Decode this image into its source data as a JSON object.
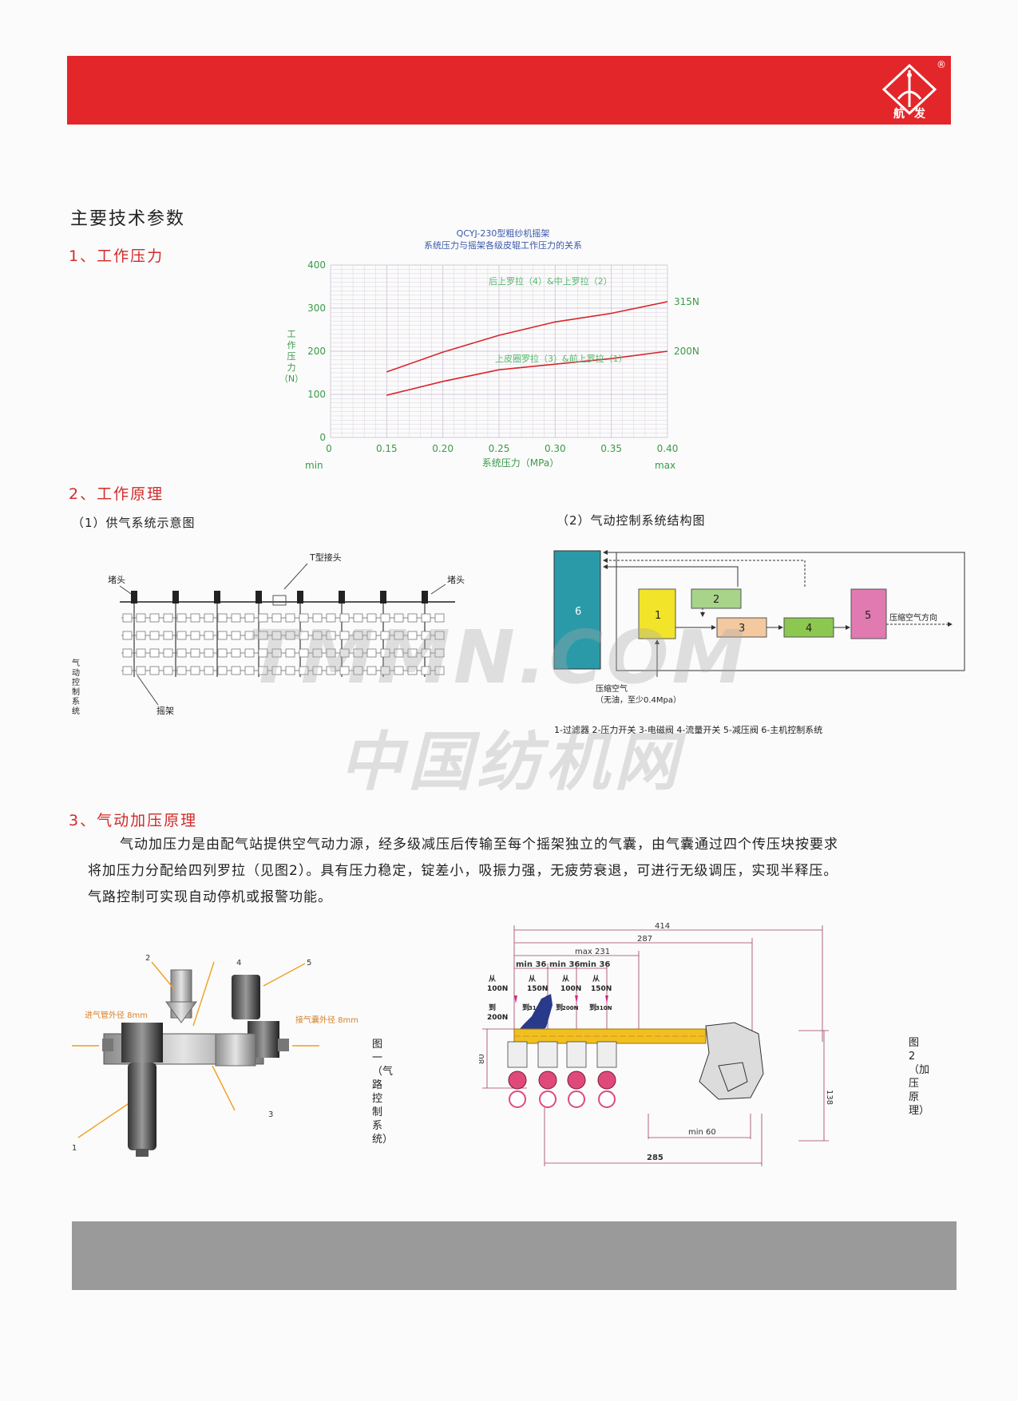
{
  "brand": {
    "registered": "®",
    "name": "航发"
  },
  "page_title": "主要技术参数",
  "sections": {
    "s1": "1、工作压力",
    "s2": "2、工作原理",
    "s2_sub1": "（1）供气系统示意图",
    "s2_sub2": "（2）气动控制系统结构图",
    "s3": "3、气动加压原理"
  },
  "chart_data": {
    "type": "line",
    "title": "QCYJ-230型粗纱机摇架",
    "subtitle": "系统压力与摇架各级皮辊工作压力的关系",
    "xlabel": "系统压力（MPa）",
    "ylabel_chars": [
      "工",
      "作",
      "压",
      "力",
      "（N）"
    ],
    "x_ticks": [
      "0",
      "0.15",
      "0.20",
      "0.25",
      "0.30",
      "0.35",
      "0.40"
    ],
    "x_min_label": "min",
    "x_max_label": "max",
    "y_ticks": [
      "0",
      "100",
      "200",
      "300",
      "400"
    ],
    "xlim": [
      0.1,
      0.4
    ],
    "ylim": [
      0,
      400
    ],
    "grid": true,
    "series": [
      {
        "name": "后上罗拉（4）&中上罗拉（2）",
        "end_label": "315N",
        "x": [
          0.15,
          0.2,
          0.25,
          0.3,
          0.35,
          0.4
        ],
        "y": [
          152,
          198,
          237,
          268,
          288,
          315
        ]
      },
      {
        "name": "上皮圈罗拉（3）&前上罗拉（1）",
        "end_label": "200N",
        "x": [
          0.15,
          0.2,
          0.25,
          0.3,
          0.35,
          0.4
        ],
        "y": [
          98,
          130,
          157,
          170,
          183,
          200
        ]
      }
    ],
    "colors": {
      "line": "#d8252a",
      "axis_text": "#3a9a4a",
      "grid": "#d0c8d8"
    }
  },
  "supply": {
    "t_joint": "T型接头",
    "plug_left": "堵头",
    "plug_right": "堵头",
    "control_chars": [
      "气",
      "动",
      "控",
      "制",
      "系",
      "统"
    ],
    "frame": "摇架"
  },
  "control": {
    "b1": "1",
    "b2": "2",
    "b3": "3",
    "b4": "4",
    "b5": "5",
    "b6": "6",
    "air_out": "压缩空气方向",
    "air_in": "压缩空气",
    "air_in_note": "（无油，至少0.4Mpa）",
    "legend": "1-过滤器  2-压力开关  3-电磁阀  4-流量开关  5-减压阀  6-主机控制系统",
    "colors": {
      "b1": "#f2e428",
      "b2": "#a8d48a",
      "b3": "#f4c9a0",
      "b4": "#8cc850",
      "b5": "#e07ab0",
      "b6": "#2a9aa8"
    }
  },
  "paragraph": {
    "line1": "气动加压力是由配气站提供空气动力源，经多级减压后传输至每个摇架独立的气囊，由气囊通过四个传压块按要求",
    "line2": "将加压力分配给四列罗拉（见图2）。具有压力稳定，锭差小，吸振力强，无疲劳衰退，可进行无级调压，实现半释压。",
    "line3": "气路控制可实现自动停机或报警功能。"
  },
  "fig1": {
    "n1": "1",
    "n2": "2",
    "n3": "3",
    "n4": "4",
    "n5": "5",
    "in_pipe": "进气管外径 8mm",
    "out_pipe": "接气囊外径 8mm",
    "caption": "图一（气路控制系统）"
  },
  "fig2": {
    "dim_414": "414",
    "dim_287": "287",
    "dim_max231": "max 231",
    "dim_min36": "min 36",
    "from": "从",
    "to": "到",
    "f100": "100N",
    "f150": "150N",
    "t200": "200N",
    "t310": "310N",
    "dim_80": "80",
    "dim_138": "138",
    "dim_min60": "min 60",
    "dim_285": "285",
    "caption": "图2（加压原理）"
  },
  "watermark": {
    "line1": "TMMN.COM",
    "line2": "中国纺机网"
  }
}
